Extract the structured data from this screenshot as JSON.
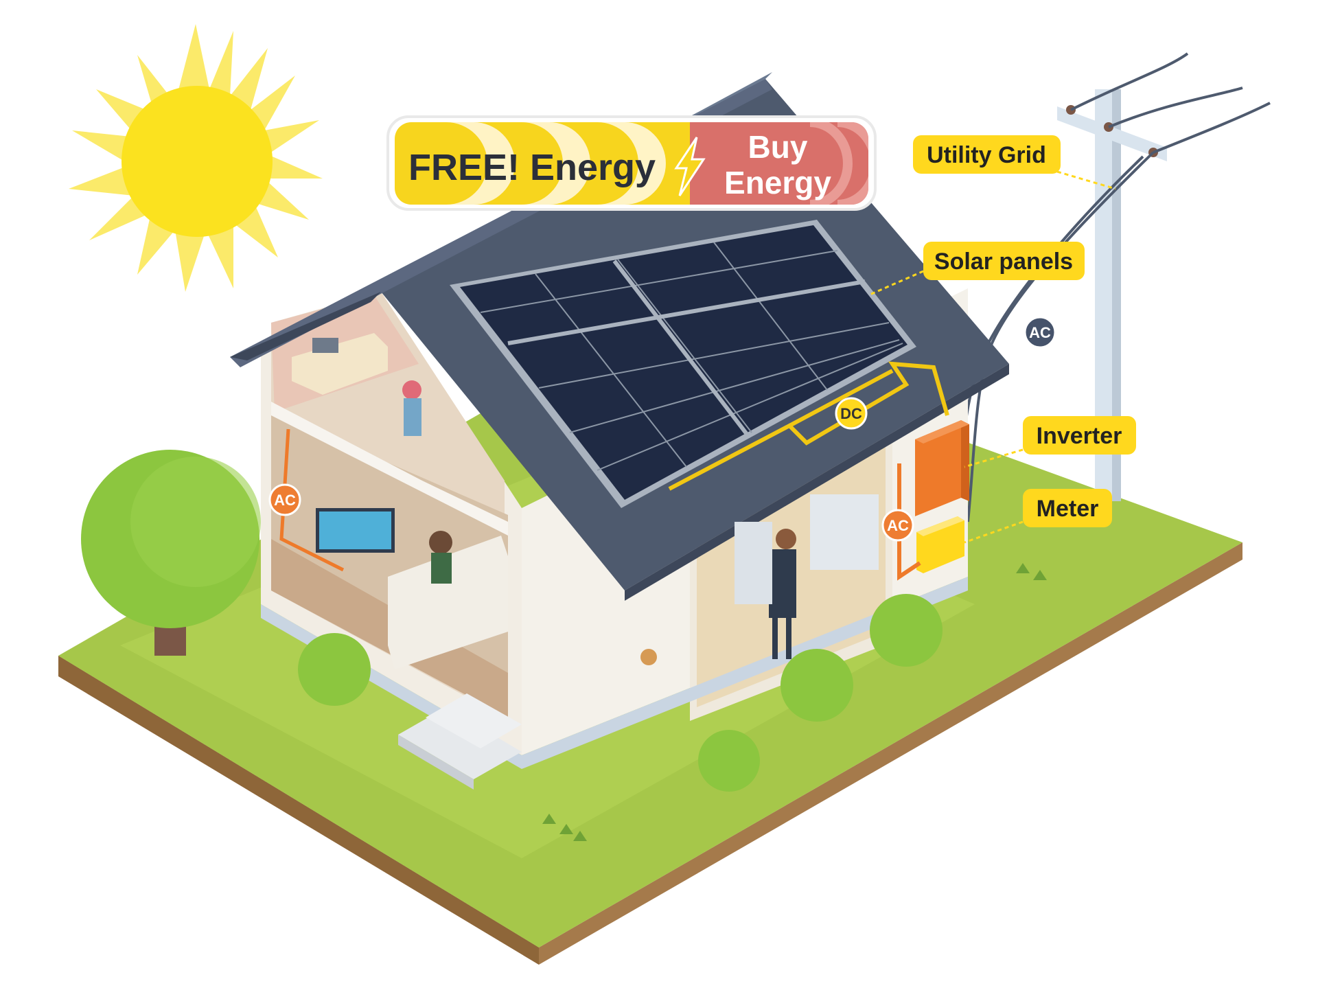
{
  "banner": {
    "free_label": "FREE! Energy",
    "buy_line1": "Buy",
    "buy_line2": "Energy"
  },
  "callouts": {
    "utility_grid": "Utility Grid",
    "solar_panels": "Solar panels",
    "inverter": "Inverter",
    "meter": "Meter"
  },
  "badges": {
    "ac_pole": "AC",
    "dc": "DC",
    "ac_house_left": "AC",
    "ac_house_right": "AC"
  },
  "colors": {
    "callout_bg": "#FFD81E",
    "banner_free": "#F7D51E",
    "banner_buy": "#D9706A",
    "roof": "#4E5A6E",
    "grass": "#A6C74A",
    "soil": "#A57A4B",
    "badge_ac": "#EE7D32",
    "badge_pole": "#46536B",
    "badge_dc": "#FFD81E",
    "sun": "#FBE21F",
    "inverter": "#EE7A2A"
  }
}
